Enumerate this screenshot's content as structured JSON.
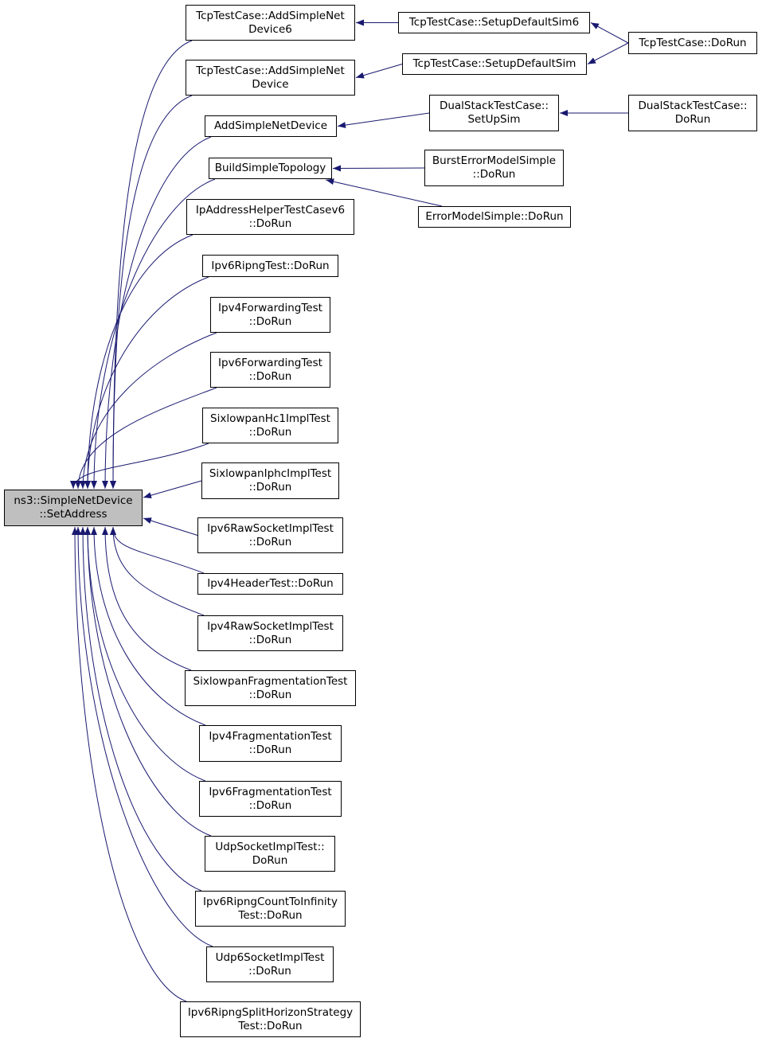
{
  "graph": {
    "root": {
      "id": "root",
      "label": "ns3::SimpleNetDevice\n::SetAddress"
    },
    "nodes": [
      {
        "id": "n1",
        "label": "TcpTestCase::AddSimpleNet\nDevice6"
      },
      {
        "id": "n2",
        "label": "TcpTestCase::AddSimpleNet\nDevice"
      },
      {
        "id": "n3",
        "label": "AddSimpleNetDevice"
      },
      {
        "id": "n4",
        "label": "BuildSimpleTopology"
      },
      {
        "id": "n5",
        "label": "IpAddressHelperTestCasev6\n::DoRun"
      },
      {
        "id": "n6",
        "label": "Ipv6RipngTest::DoRun"
      },
      {
        "id": "n7",
        "label": "Ipv4ForwardingTest\n::DoRun"
      },
      {
        "id": "n8",
        "label": "Ipv6ForwardingTest\n::DoRun"
      },
      {
        "id": "n9",
        "label": "SixlowpanHc1ImplTest\n::DoRun"
      },
      {
        "id": "n10",
        "label": "SixlowpanIphcImplTest\n::DoRun"
      },
      {
        "id": "n11",
        "label": "Ipv6RawSocketImplTest\n::DoRun"
      },
      {
        "id": "n12",
        "label": "Ipv4HeaderTest::DoRun"
      },
      {
        "id": "n13",
        "label": "Ipv4RawSocketImplTest\n::DoRun"
      },
      {
        "id": "n14",
        "label": "SixlowpanFragmentationTest\n::DoRun"
      },
      {
        "id": "n15",
        "label": "Ipv4FragmentationTest\n::DoRun"
      },
      {
        "id": "n16",
        "label": "Ipv6FragmentationTest\n::DoRun"
      },
      {
        "id": "n17",
        "label": "UdpSocketImplTest::\nDoRun"
      },
      {
        "id": "n18",
        "label": "Ipv6RipngCountToInfinity\nTest::DoRun"
      },
      {
        "id": "n19",
        "label": "Udp6SocketImplTest\n::DoRun"
      },
      {
        "id": "n20",
        "label": "Ipv6RipngSplitHorizonStrategy\nTest::DoRun"
      },
      {
        "id": "m1",
        "label": "TcpTestCase::SetupDefaultSim6"
      },
      {
        "id": "m2",
        "label": "TcpTestCase::SetupDefaultSim"
      },
      {
        "id": "m3",
        "label": "DualStackTestCase::\nSetUpSim"
      },
      {
        "id": "m4",
        "label": "BurstErrorModelSimple\n::DoRun"
      },
      {
        "id": "m5",
        "label": "ErrorModelSimple::DoRun"
      },
      {
        "id": "r1",
        "label": "TcpTestCase::DoRun"
      },
      {
        "id": "r2",
        "label": "DualStackTestCase::\nDoRun"
      }
    ],
    "edges": [
      {
        "from": "n1",
        "to": "root"
      },
      {
        "from": "n2",
        "to": "root"
      },
      {
        "from": "n3",
        "to": "root"
      },
      {
        "from": "n4",
        "to": "root"
      },
      {
        "from": "n5",
        "to": "root"
      },
      {
        "from": "n6",
        "to": "root"
      },
      {
        "from": "n7",
        "to": "root"
      },
      {
        "from": "n8",
        "to": "root"
      },
      {
        "from": "n9",
        "to": "root"
      },
      {
        "from": "n10",
        "to": "root"
      },
      {
        "from": "n11",
        "to": "root"
      },
      {
        "from": "n12",
        "to": "root"
      },
      {
        "from": "n13",
        "to": "root"
      },
      {
        "from": "n14",
        "to": "root"
      },
      {
        "from": "n15",
        "to": "root"
      },
      {
        "from": "n16",
        "to": "root"
      },
      {
        "from": "n17",
        "to": "root"
      },
      {
        "from": "n18",
        "to": "root"
      },
      {
        "from": "n19",
        "to": "root"
      },
      {
        "from": "n20",
        "to": "root"
      },
      {
        "from": "m1",
        "to": "n1"
      },
      {
        "from": "m2",
        "to": "n2"
      },
      {
        "from": "m3",
        "to": "n3"
      },
      {
        "from": "m4",
        "to": "n4"
      },
      {
        "from": "m5",
        "to": "n4"
      },
      {
        "from": "r1",
        "to": "m1"
      },
      {
        "from": "r1",
        "to": "m2"
      },
      {
        "from": "r2",
        "to": "m3"
      }
    ],
    "colors": {
      "edge": "#191970",
      "node_border": "#000000",
      "root_fill": "#bfbfbf"
    }
  }
}
